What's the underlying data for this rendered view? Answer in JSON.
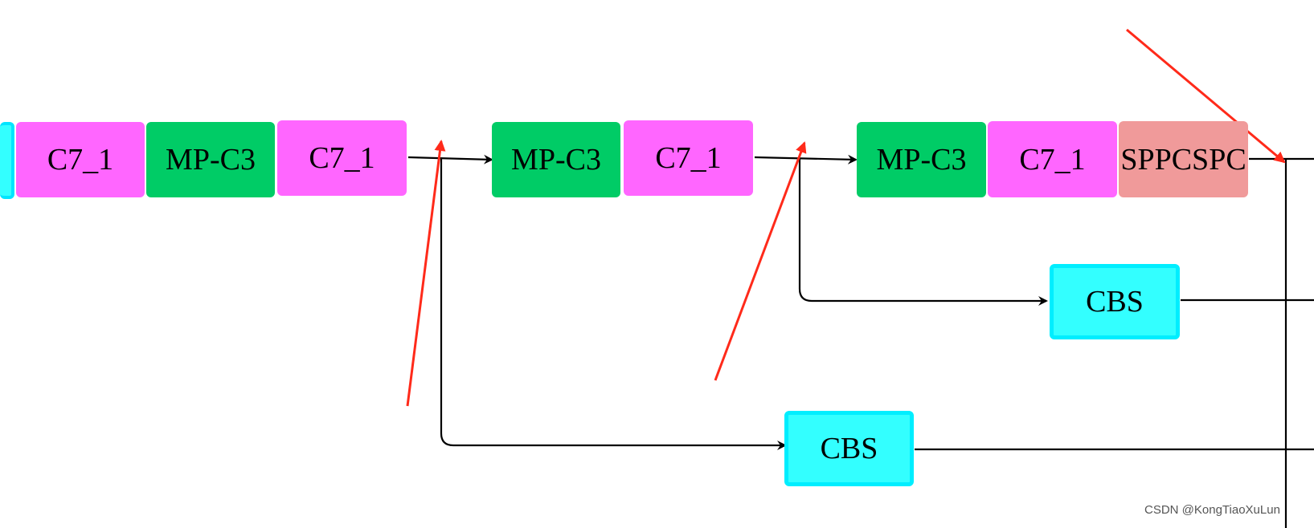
{
  "diagram": {
    "main_row": [
      {
        "id": "c7_1_a",
        "label": "C7_1",
        "color": "#ff66ff"
      },
      {
        "id": "mpc3_a",
        "label": "MP-C3",
        "color": "#00cc66"
      },
      {
        "id": "c7_1_b",
        "label": "C7_1",
        "color": "#ff66ff"
      },
      {
        "id": "mpc3_b",
        "label": "MP-C3",
        "color": "#00cc66"
      },
      {
        "id": "c7_1_c",
        "label": "C7_1",
        "color": "#ff66ff"
      },
      {
        "id": "mpc3_c",
        "label": "MP-C3",
        "color": "#00cc66"
      },
      {
        "id": "c7_1_d",
        "label": "C7_1",
        "color": "#ff66ff"
      },
      {
        "id": "sppcspc",
        "label": "SPPCSPC",
        "color": "#f09a9a"
      }
    ],
    "branches": [
      {
        "id": "cbs_upper",
        "label": "CBS",
        "color": "#33ffff"
      },
      {
        "id": "cbs_lower",
        "label": "CBS",
        "color": "#33ffff"
      }
    ],
    "arrow_color": "#000000",
    "annotation_arrow_color": "#ff2a1a"
  },
  "watermark": "CSDN @KongTiaoXuLun"
}
